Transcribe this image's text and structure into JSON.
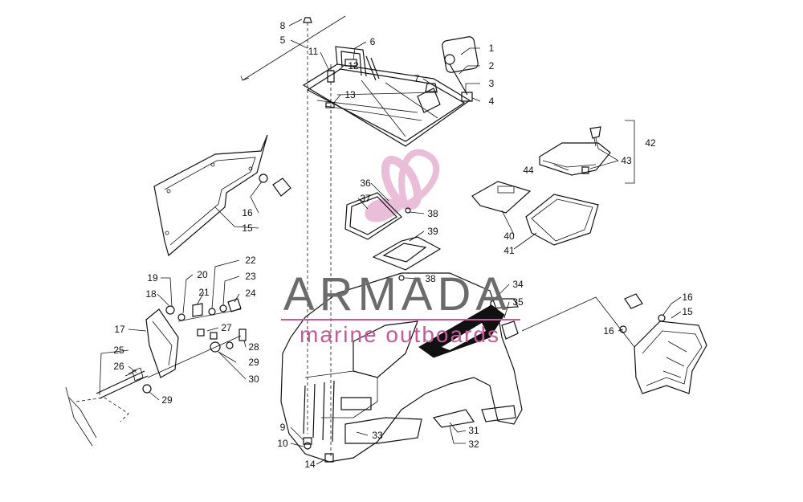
{
  "watermark": {
    "title": "ARMADA",
    "subtitle": "marine outboards",
    "accent_color": "#c45a9a",
    "text_color": "#6b6b6b"
  },
  "callouts": [
    {
      "label": "1"
    },
    {
      "label": "2"
    },
    {
      "label": "3"
    },
    {
      "label": "4"
    },
    {
      "label": "5"
    },
    {
      "label": "6"
    },
    {
      "label": "7"
    },
    {
      "label": "8"
    },
    {
      "label": "11"
    },
    {
      "label": "12"
    },
    {
      "label": "13"
    },
    {
      "label": "16"
    },
    {
      "label": "15"
    },
    {
      "label": "36"
    },
    {
      "label": "37"
    },
    {
      "label": "38"
    },
    {
      "label": "39"
    },
    {
      "label": "38"
    },
    {
      "label": "42"
    },
    {
      "label": "43"
    },
    {
      "label": "44"
    },
    {
      "label": "40"
    },
    {
      "label": "41"
    },
    {
      "label": "19"
    },
    {
      "label": "20"
    },
    {
      "label": "22"
    },
    {
      "label": "23"
    },
    {
      "label": "18"
    },
    {
      "label": "21"
    },
    {
      "label": "24"
    },
    {
      "label": "17"
    },
    {
      "label": "27"
    },
    {
      "label": "28"
    },
    {
      "label": "29"
    },
    {
      "label": "25"
    },
    {
      "label": "26"
    },
    {
      "label": "30"
    },
    {
      "label": "29"
    },
    {
      "label": "34"
    },
    {
      "label": "35"
    },
    {
      "label": "16"
    },
    {
      "label": "15"
    },
    {
      "label": "16"
    },
    {
      "label": "31"
    },
    {
      "label": "32"
    },
    {
      "label": "33"
    },
    {
      "label": "9"
    },
    {
      "label": "10"
    },
    {
      "label": "14"
    }
  ]
}
